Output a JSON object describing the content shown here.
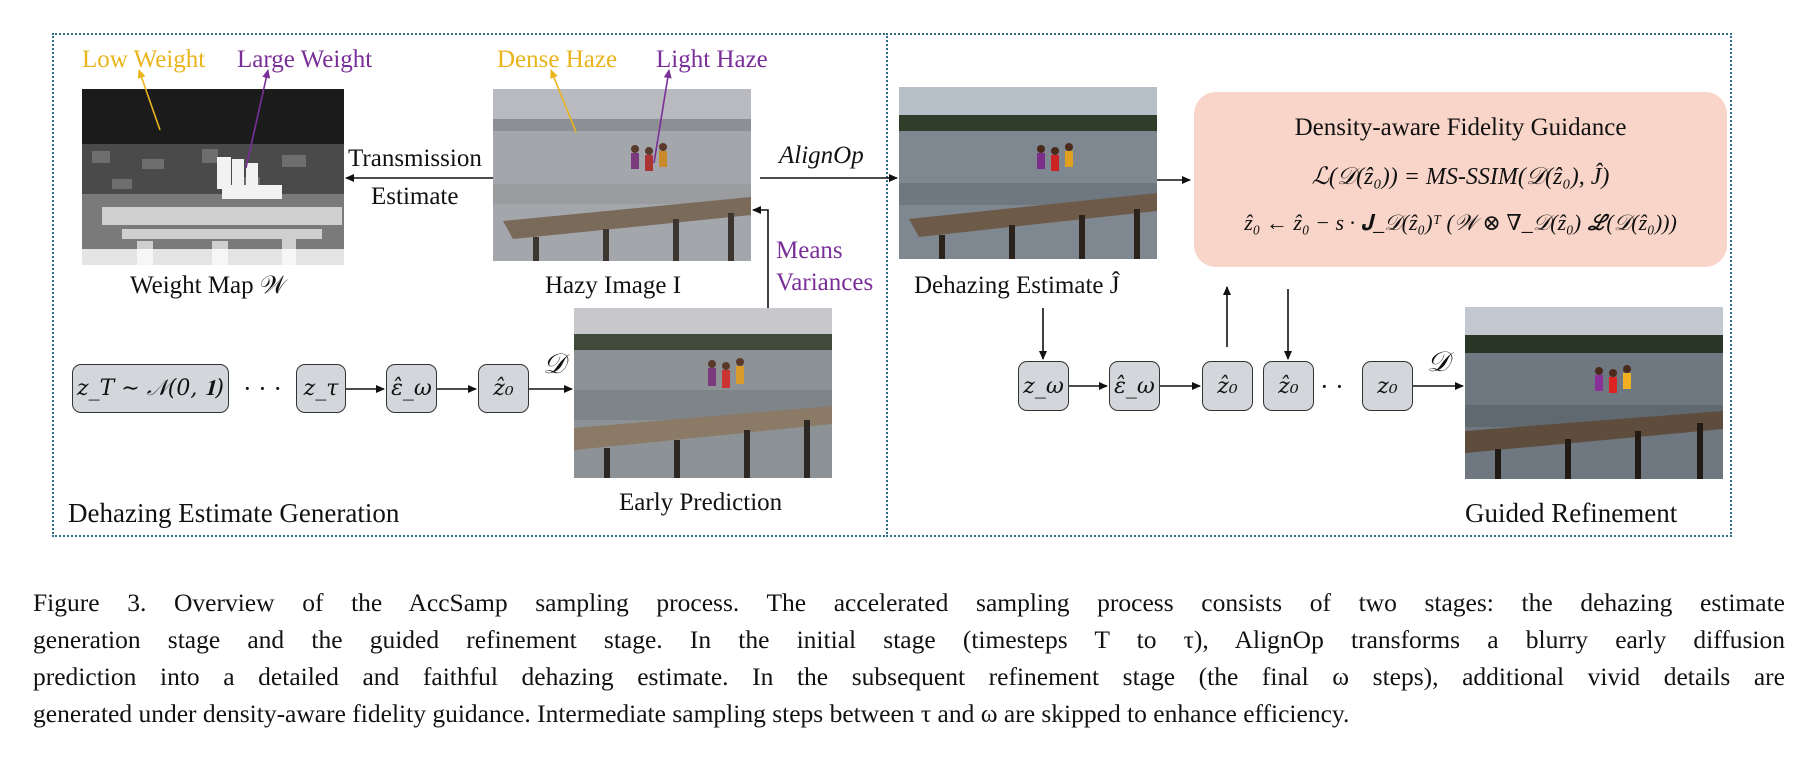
{
  "colors": {
    "panel_border": "#2f6f86",
    "node_fill": "#d3d6da",
    "guidance_fill": "#f8d5c8",
    "yellow_annotation": "#e9b41c",
    "purple_annotation": "#7a2f98"
  },
  "left_panel": {
    "title": "Dehazing Estimate Generation",
    "low_weight": "Low Weight",
    "large_weight": "Large Weight",
    "dense_haze": "Dense Haze",
    "light_haze": "Light Haze",
    "transmission_1": "Transmission",
    "transmission_2": "Estimate",
    "weight_map": "Weight Map 𝒲",
    "hazy_image": "Hazy Image I",
    "means": "Means",
    "variances": "Variances",
    "early_prediction": "Early Prediction",
    "decoder": "𝒟",
    "ellipsis": "· · ·",
    "nodes": {
      "z_T": "z_T ∼ 𝒩(0, 𝟏)",
      "z_tau": "z_τ",
      "eps": "ε̂_ω",
      "z0": "ẑ₀"
    }
  },
  "right_panel": {
    "title": "Guided Refinement",
    "alignop": "AlignOp",
    "dehazing_estimate": "Dehazing Estimate Ĵ",
    "guidance_title": "Density-aware Fidelity Guidance",
    "eq1": "ℒ(𝒟(ẑ₀)) = MS-SSIM(𝒟(ẑ₀), Ĵ)",
    "eq2": "ẑ₀ ← ẑ₀ − s · 𝐉_𝒟(ẑ₀)ᵀ (𝒲 ⊗ ∇_𝒟(ẑ₀) ℒ(𝒟(ẑ₀)))",
    "decoder": "𝒟",
    "ellipsis": "· ·",
    "nodes": {
      "z_omega": "z_ω",
      "eps": "ε̂_ω",
      "z0a": "ẑ₀",
      "z0b": "ẑ₀",
      "z0c": "z₀"
    }
  },
  "caption": {
    "line1": "Figure 3.  Overview of the AccSamp sampling process.  The accelerated sampling process consists of two stages: the dehazing estimate",
    "line2": "generation stage and the guided refinement stage.  In the initial stage (timesteps T to τ), AlignOp transforms a blurry early diffusion",
    "line3": "prediction into a detailed and faithful dehazing estimate. In the subsequent refinement stage (the final ω steps), additional vivid details are",
    "line4": "generated under density-aware fidelity guidance. Intermediate sampling steps between τ and ω are skipped to enhance efficiency."
  }
}
